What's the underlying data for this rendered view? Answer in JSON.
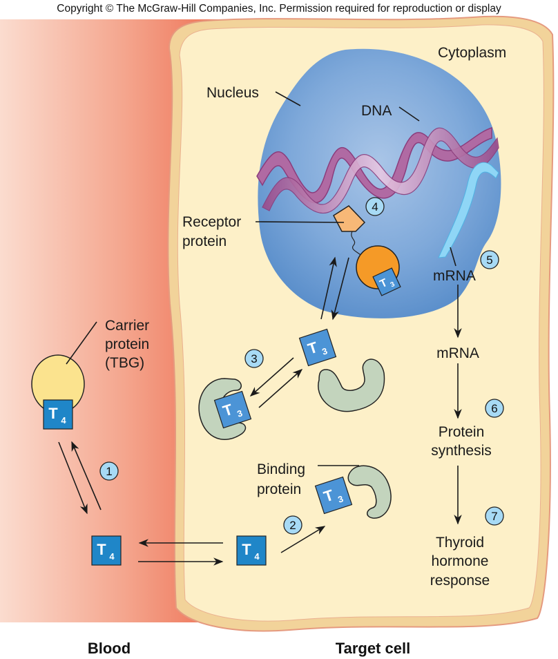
{
  "copyright": "Copyright © The McGraw-Hill Companies, Inc. Permission required for reproduction or display",
  "regions": {
    "blood": "Blood",
    "target_cell": "Target cell"
  },
  "labels": {
    "cytoplasm": "Cytoplasm",
    "nucleus": "Nucleus",
    "dna": "DNA",
    "receptor_line1": "Receptor",
    "receptor_line2": "protein",
    "carrier_line1": "Carrier",
    "carrier_line2": "protein",
    "carrier_line3": "(TBG)",
    "binding_line1": "Binding",
    "binding_line2": "protein",
    "mrna_nucleus": "mRNA",
    "mrna_cytoplasm": "mRNA",
    "protein_line1": "Protein",
    "protein_line2": "synthesis",
    "response_line1": "Thyroid",
    "response_line2": "hormone",
    "response_line3": "response"
  },
  "hormones": {
    "t4": {
      "letter": "T",
      "sub": "4"
    },
    "t3": {
      "letter": "T",
      "sub": "3"
    }
  },
  "steps": [
    "1",
    "2",
    "3",
    "4",
    "5",
    "6",
    "7"
  ],
  "colors": {
    "blood_light": "#fbd9cc",
    "blood_dark": "#ef7a5c",
    "cytoplasm": "#fdf0c8",
    "membrane": "#f2d39a",
    "membrane_edge": "#e59a7f",
    "nucleus": "#6f9fd3",
    "nucleus_light": "#9dbde3",
    "dna": "#a0508f",
    "mrna": "#7fd0f3",
    "hormone_box": "#1f86c8",
    "hormone_box_t3": "#4c94d6",
    "binding_protein": "#c3d4bd",
    "receptor": "#f7b877",
    "receptor_ball": "#f59a27",
    "carrier": "#fbe38e",
    "step_circle": "#a7daf5"
  }
}
